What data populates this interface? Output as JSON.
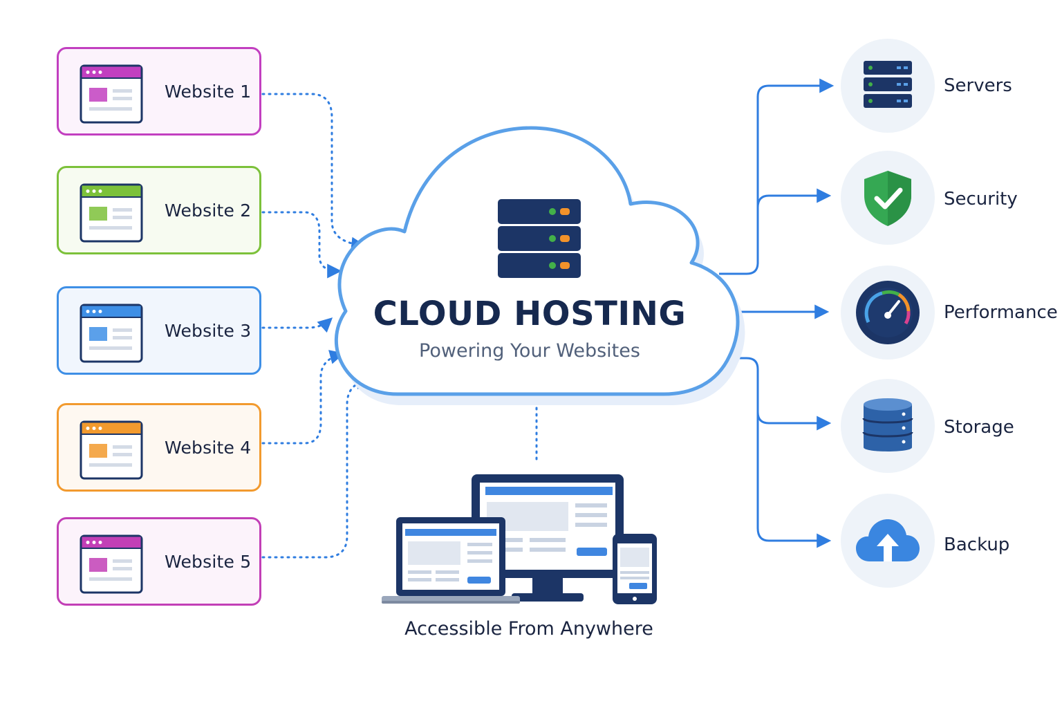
{
  "colors": {
    "navy": "#1c3566",
    "blue": "#2f7de0",
    "cloud_outline": "#5aa0e8",
    "green": "#43b049",
    "orange": "#f2922a"
  },
  "websites": [
    {
      "label": "Website 1",
      "color": "#c23fc0",
      "bg": "#fcf3fc",
      "icon": "browser-window-icon"
    },
    {
      "label": "Website 2",
      "color": "#7cc13a",
      "bg": "#f7fbf1",
      "icon": "browser-window-icon"
    },
    {
      "label": "Website 3",
      "color": "#3e8fe6",
      "bg": "#f1f6fd",
      "icon": "browser-window-icon"
    },
    {
      "label": "Website 4",
      "color": "#f29a2e",
      "bg": "#fef8f1",
      "icon": "browser-window-icon"
    },
    {
      "label": "Website 5",
      "color": "#c23fb6",
      "bg": "#fcf3fb",
      "icon": "browser-window-icon"
    }
  ],
  "cloud": {
    "title": "CLOUD HOSTING",
    "subtitle": "Powering Your Websites",
    "icon": "server-rack-icon"
  },
  "devices": {
    "caption": "Accessible From Anywhere",
    "icons": [
      "laptop-icon",
      "desktop-monitor-icon",
      "smartphone-icon"
    ]
  },
  "features": [
    {
      "label": "Servers",
      "icon": "server-rack-icon"
    },
    {
      "label": "Security",
      "icon": "shield-check-icon"
    },
    {
      "label": "Performance",
      "icon": "speedometer-icon"
    },
    {
      "label": "Storage",
      "icon": "database-icon"
    },
    {
      "label": "Backup",
      "icon": "cloud-upload-icon"
    }
  ]
}
